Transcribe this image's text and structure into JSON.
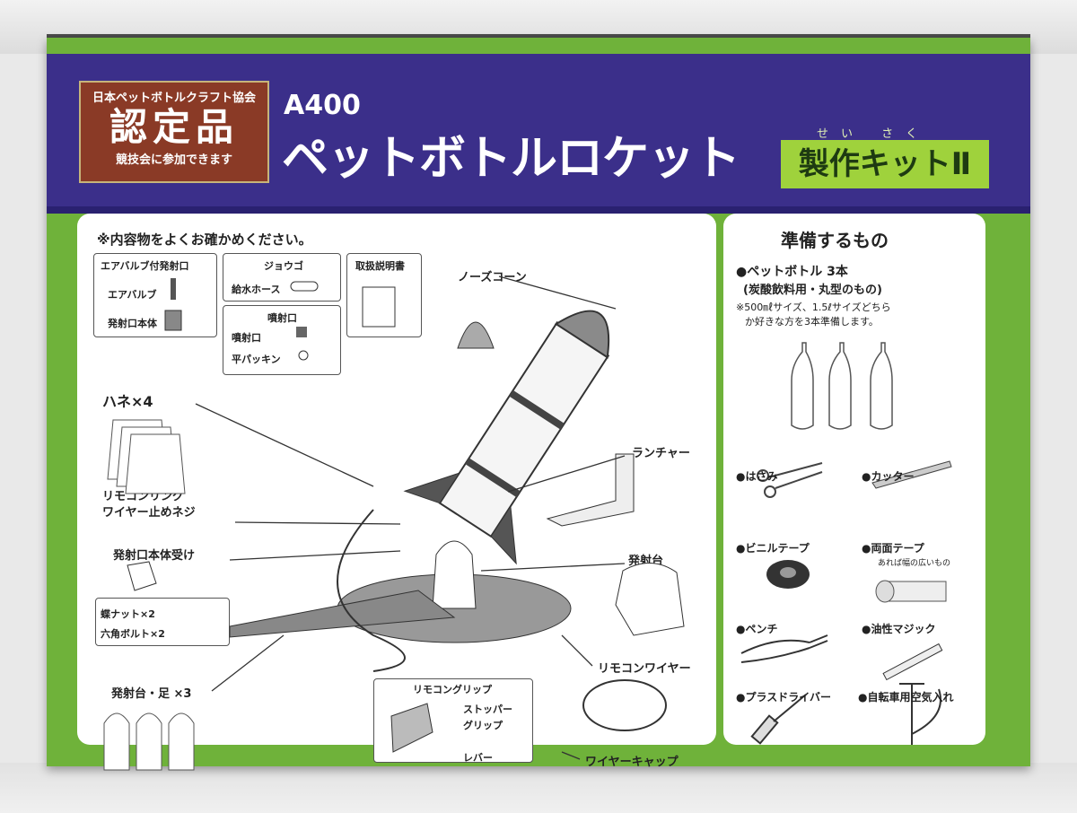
{
  "logo": {
    "org": "日本ペットボトルクラフト協会",
    "certified": "認定品",
    "note": "競技会に参加できます"
  },
  "header": {
    "model": "A400",
    "title": "ペットボトルロケット",
    "ruby": "せい さく",
    "kit": "製作キットⅡ"
  },
  "contents": {
    "heading": "※内容物をよくお確かめください。",
    "launch_port_box": "エアバルブ付発射口",
    "air_valve": "エアバルブ",
    "launch_body": "発射口本体",
    "funnel_box": "ジョウゴ",
    "water_hose": "給水ホース",
    "manual": "取扱説明書",
    "nozzle_box": "噴射口",
    "nozzle": "噴射口",
    "flat_packing": "平パッキン",
    "fins": "ハネ×4",
    "ring_label_1": "リモコンリング",
    "ring_label_2": "ワイヤー止めネジ",
    "body_receiver": "発射口本体受け",
    "wing_nut": "蝶ナット×2",
    "hex_bolt": "六角ボルト×2",
    "legs": "発射台・足 ×3",
    "nose_cone": "ノーズコーン",
    "launcher": "ランチャー",
    "launch_pad": "発射台",
    "remote_wire": "リモコンワイヤー",
    "grip_box": "リモコングリップ",
    "stopper": "ストッパー",
    "grip": "グリップ",
    "lever": "レバー",
    "wire_cap": "ワイヤーキャップ"
  },
  "prepare": {
    "heading": "準備するもの",
    "bottles_title": "●ペットボトル 3本",
    "bottles_sub": "(炭酸飲料用・丸型のもの)",
    "bottles_note_1": "※500㎖サイズ、1.5ℓサイズどちら",
    "bottles_note_2": "か好きな方を3本準備します。",
    "scissors": "●はさみ",
    "cutter": "●カッター",
    "vinyl_tape": "●ビニルテープ",
    "double_tape": "●両面テープ",
    "double_tape_note": "あれば幅の広いもの",
    "pliers": "●ペンチ",
    "marker": "●油性マジック",
    "screwdriver": "●プラスドライバー",
    "pump": "●自転車用空気入れ"
  }
}
